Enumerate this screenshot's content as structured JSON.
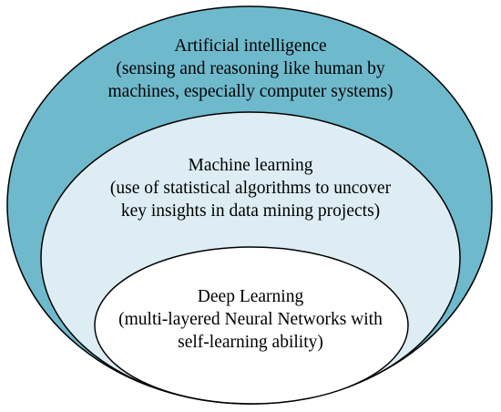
{
  "diagram": {
    "colors": {
      "outer_fill": "#6fb9cc",
      "middle_fill": "#ddedf3",
      "inner_fill": "#ffffff",
      "stroke": "#000000"
    },
    "ai": {
      "title": "Artificial intelligence",
      "line1": "(sensing and reasoning like human by",
      "line2": "machines, especially computer systems)"
    },
    "ml": {
      "title": "Machine learning",
      "line1": "(use of statistical algorithms to uncover",
      "line2": "key insights in data mining projects)"
    },
    "dl": {
      "title": "Deep Learning",
      "line1": "(multi-layered Neural Networks with",
      "line2": "self-learning ability)"
    }
  }
}
